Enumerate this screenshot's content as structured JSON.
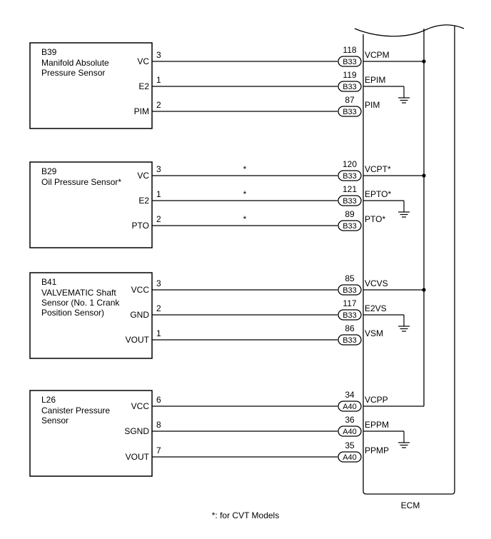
{
  "sensors": [
    {
      "id": "B39",
      "name_lines": [
        "Manifold Absolute",
        "Pressure Sensor"
      ],
      "pins": [
        {
          "label": "VC",
          "pin": "3",
          "ecm_pin": "118",
          "connector": "B33",
          "ecm_label": "VCPM",
          "asterisk": false,
          "node": true,
          "ground": false
        },
        {
          "label": "E2",
          "pin": "1",
          "ecm_pin": "119",
          "connector": "B33",
          "ecm_label": "EPIM",
          "asterisk": false,
          "node": false,
          "ground": true
        },
        {
          "label": "PIM",
          "pin": "2",
          "ecm_pin": "87",
          "connector": "B33",
          "ecm_label": "PIM",
          "asterisk": false,
          "node": false,
          "ground": false
        }
      ]
    },
    {
      "id": "B29",
      "name_lines": [
        "Oil Pressure Sensor*"
      ],
      "pins": [
        {
          "label": "VC",
          "pin": "3",
          "ecm_pin": "120",
          "connector": "B33",
          "ecm_label": "VCPT*",
          "asterisk": true,
          "node": true,
          "ground": false
        },
        {
          "label": "E2",
          "pin": "1",
          "ecm_pin": "121",
          "connector": "B33",
          "ecm_label": "EPTO*",
          "asterisk": true,
          "node": false,
          "ground": true
        },
        {
          "label": "PTO",
          "pin": "2",
          "ecm_pin": "89",
          "connector": "B33",
          "ecm_label": "PTO*",
          "asterisk": true,
          "node": false,
          "ground": false
        }
      ]
    },
    {
      "id": "B41",
      "name_lines": [
        "VALVEMATIC Shaft",
        "Sensor (No. 1 Crank",
        "Position Sensor)"
      ],
      "pins": [
        {
          "label": "VCC",
          "pin": "3",
          "ecm_pin": "85",
          "connector": "B33",
          "ecm_label": "VCVS",
          "asterisk": false,
          "node": true,
          "ground": false
        },
        {
          "label": "GND",
          "pin": "2",
          "ecm_pin": "117",
          "connector": "B33",
          "ecm_label": "E2VS",
          "asterisk": false,
          "node": false,
          "ground": true
        },
        {
          "label": "VOUT",
          "pin": "1",
          "ecm_pin": "86",
          "connector": "B33",
          "ecm_label": "VSM",
          "asterisk": false,
          "node": false,
          "ground": false
        }
      ]
    },
    {
      "id": "L26",
      "name_lines": [
        "Canister Pressure",
        "Sensor"
      ],
      "pins": [
        {
          "label": "VCC",
          "pin": "6",
          "ecm_pin": "34",
          "connector": "A40",
          "ecm_label": "VCPP",
          "asterisk": false,
          "node": false,
          "ground": false
        },
        {
          "label": "SGND",
          "pin": "8",
          "ecm_pin": "36",
          "connector": "A40",
          "ecm_label": "EPPM",
          "asterisk": false,
          "node": false,
          "ground": true
        },
        {
          "label": "VOUT",
          "pin": "7",
          "ecm_pin": "35",
          "connector": "A40",
          "ecm_label": "PPMP",
          "asterisk": false,
          "node": false,
          "ground": false
        }
      ]
    }
  ],
  "ecm": {
    "label": "ECM"
  },
  "wire_marker": "*",
  "footnote": "*: for CVT Models"
}
